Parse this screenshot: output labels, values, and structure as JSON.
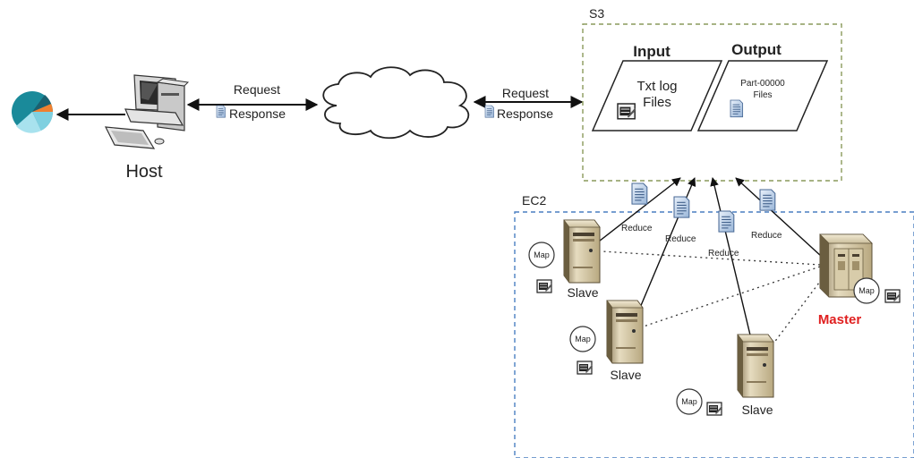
{
  "host": {
    "label": "Host"
  },
  "links": {
    "host_cloud": {
      "request": "Request",
      "response": "Response"
    },
    "cloud_s3": {
      "request": "Request",
      "response": "Response"
    }
  },
  "s3": {
    "label": "S3",
    "input": {
      "heading": "Input",
      "line1": "Txt log",
      "line2": "Files"
    },
    "output": {
      "heading": "Output",
      "line1": "Part-00000",
      "line2": "Files"
    }
  },
  "ec2": {
    "label": "EC2"
  },
  "reduce_label": "Reduce",
  "map_label": "Map",
  "master": {
    "label": "Master",
    "color": "#e02020"
  },
  "slaves": [
    {
      "label": "Slave"
    },
    {
      "label": "Slave"
    },
    {
      "label": "Slave"
    }
  ],
  "colors": {
    "s3_border": "#8a9a5b",
    "ec2_border": "#4a7fc1",
    "pie": [
      "#1a8a9a",
      "#7fd0e0",
      "#f08030",
      "#1a6070"
    ]
  }
}
